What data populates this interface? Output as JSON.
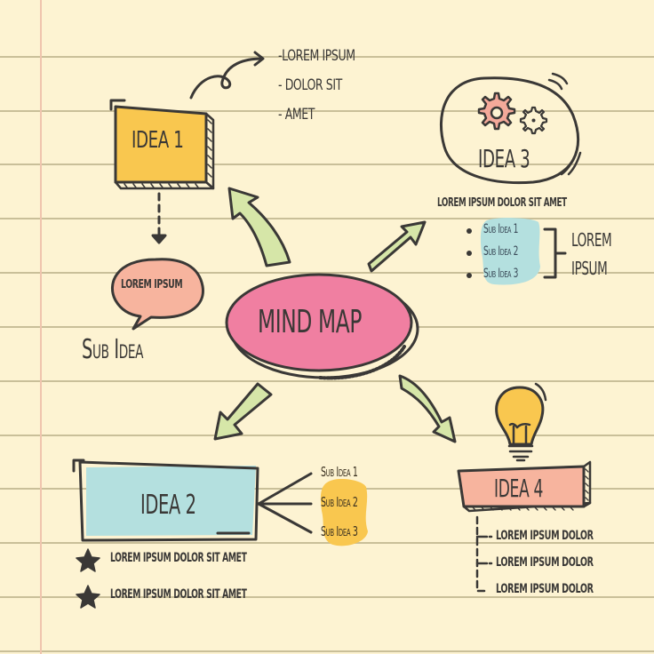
{
  "colors": {
    "paper": "#fdf3d2",
    "ruled_line": "#c9bf99",
    "margin_line": "#efc4ae",
    "ink": "#3a3836",
    "idea1_fill": "#f9c74f",
    "idea2_fill": "#b4e0df",
    "idea4_fill": "#f7b49e",
    "center_fill": "#f07fa1",
    "bubble_fill": "#f7b49e",
    "arrow_fill": "#d6e6a8",
    "gear_fill": "#f4a99a",
    "highlight_blue": "#b4e0df",
    "highlight_yellow": "#f9c74f",
    "bulb_fill": "#f9c74f"
  },
  "center": {
    "label": "Mind Map"
  },
  "idea1": {
    "label": "Idea 1",
    "notes": [
      "-Lorem ipsum",
      "- Dolor sit",
      "- Amet"
    ]
  },
  "sub_idea_bubble": {
    "bubble_text": "Lorem ipsum",
    "caption": "Sub Idea"
  },
  "idea2": {
    "label": "Idea 2",
    "sub_ideas": [
      "Sub Idea 1",
      "Sub Idea 2",
      "Sub Idea 3"
    ],
    "starred_items": [
      "Lorem ipsum dolor sit amet",
      "Lorem ipsum dolor sit amet"
    ]
  },
  "idea3": {
    "label": "Idea 3",
    "caption": "Lorem ipsum dolor sit amet",
    "sub_ideas": [
      "Sub Idea 1",
      "Sub Idea 2",
      "Sub Idea 3"
    ],
    "bracket_label": [
      "Lorem",
      "ipsum"
    ]
  },
  "idea4": {
    "label": "Idea 4",
    "items": [
      "Lorem ipsum dolor",
      "Lorem ipsum dolor",
      "Lorem ipsum dolor"
    ]
  },
  "icons": {
    "gears": "gears-icon",
    "bulb": "lightbulb-icon",
    "star": "star-icon",
    "arrow": "arrow-icon"
  }
}
